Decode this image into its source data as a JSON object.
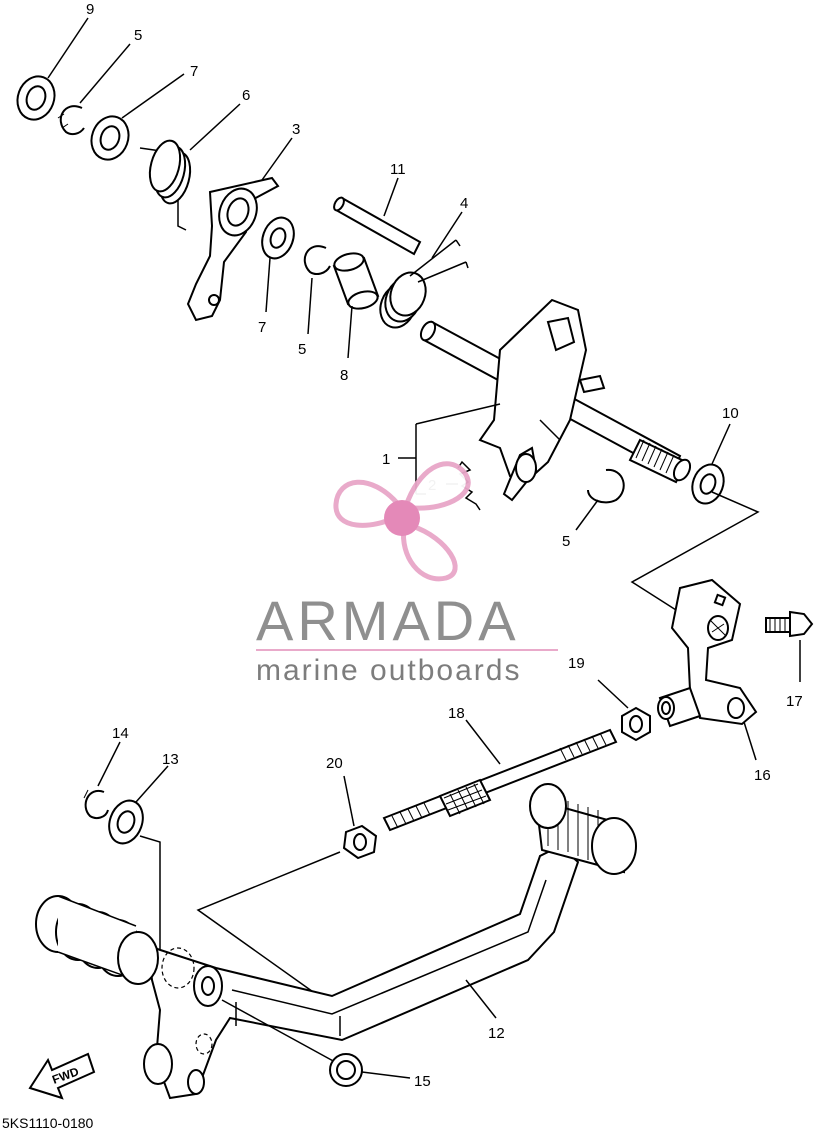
{
  "callouts": {
    "c9": "9",
    "c5a": "5",
    "c7a": "7",
    "c6": "6",
    "c3": "3",
    "c11": "11",
    "c4": "4",
    "c7b": "7",
    "c5b": "5",
    "c8": "8",
    "c1": "1",
    "c2": "2",
    "c10": "10",
    "c5c": "5",
    "c19": "19",
    "c17": "17",
    "c16": "16",
    "c18": "18",
    "c20": "20",
    "c14": "14",
    "c13": "13",
    "c12": "12",
    "c15": "15"
  },
  "watermark": {
    "brand": "ARMADA",
    "tagline": "marine outboards",
    "colors": {
      "pink": "#e8a6c8",
      "pink_center": "#e383b5",
      "gray": "#8a8a8a",
      "gray_sub": "#777777"
    }
  },
  "direction_label": "FWD",
  "diagram_code": "5KS1110-0180"
}
